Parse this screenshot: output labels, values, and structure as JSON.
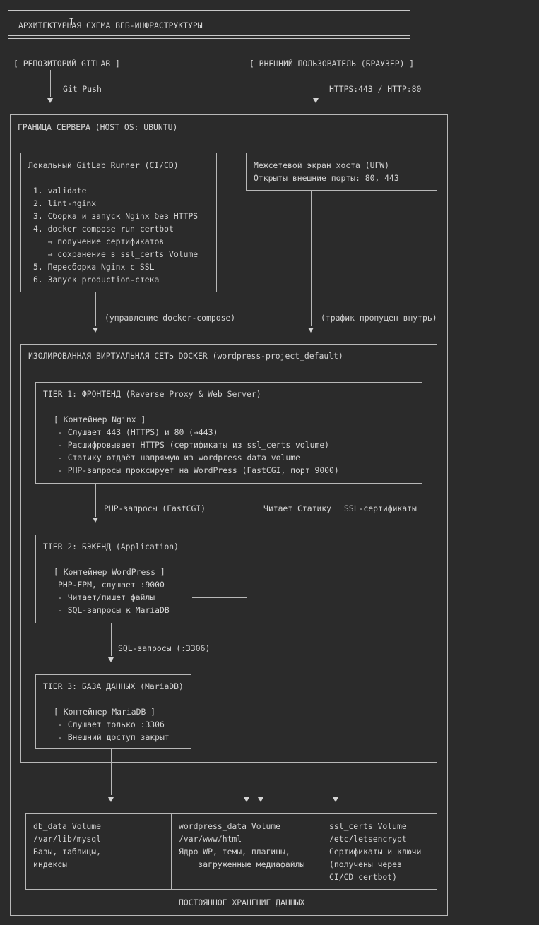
{
  "header": {
    "title": "АРХИТЕКТУРНАЯ СХЕМА ВЕБ-ИНФРАСТРУКТУРЫ"
  },
  "sources": {
    "gitlab": "[ РЕПОЗИТОРИЙ GITLAB ]",
    "browser": "[ ВНЕШНИЙ ПОЛЬЗОВАТЕЛЬ (БРАУЗЕР) ]",
    "git_push": "Git Push",
    "https": "HTTPS:443 / HTTP:80"
  },
  "server": {
    "title": "ГРАНИЦА СЕРВЕРА (HOST OS: UBUNTU)"
  },
  "runner": {
    "title": "Локальный GitLab Runner (CI/CD)",
    "lines": [
      "1. validate",
      "2. lint-nginx",
      "3. Сборка и запуск Nginx без HTTPS",
      "4. docker compose run certbot",
      "   → получение сертификатов",
      "   → сохранение в ssl_certs Volume",
      "5. Пересборка Nginx с SSL",
      "6. Запуск production-стека"
    ]
  },
  "firewall": {
    "title": "Межсетевой экран хоста (UFW)",
    "ports": "Открыты внешние порты: 80, 443"
  },
  "flows": {
    "compose": "(управление docker-compose)",
    "traffic": "(трафик пропущен внутрь)",
    "php": "PHP-запросы (FastCGI)",
    "static": "Читает Статику",
    "ssl": "SSL-сертификаты",
    "sql": "SQL-запросы (:3306)"
  },
  "network": {
    "title": "ИЗОЛИРОВАННАЯ ВИРТУАЛЬНАЯ СЕТЬ DOCKER (wordpress-project_default)"
  },
  "tier1": {
    "title": "TIER 1: ФРОНТЕНД (Reverse Proxy & Web Server)",
    "container": "[ Контейнер Nginx ]",
    "lines": [
      "- Слушает 443 (HTTPS) и 80 (→443)",
      "- Расшифровывает HTTPS (сертификаты из ssl_certs volume)",
      "- Статику отдаёт напрямую из wordpress_data volume",
      "- PHP-запросы проксирует на WordPress (FastCGI, порт 9000)"
    ]
  },
  "tier2": {
    "title": "TIER 2: БЭКЕНД (Application)",
    "container": "[ Контейнер WordPress ]",
    "lines": [
      "PHP-FPM, слушает :9000",
      "- Читает/пишет файлы",
      "- SQL-запросы к MariaDB"
    ]
  },
  "tier3": {
    "title": "TIER 3: БАЗА ДАННЫХ (MariaDB)",
    "container": "[ Контейнер MariaDB ]",
    "lines": [
      "- Слушает только :3306",
      "- Внешний доступ закрыт"
    ]
  },
  "volumes": {
    "db": [
      "db_data Volume",
      "/var/lib/mysql",
      "Базы, таблицы,",
      "индексы"
    ],
    "wp": [
      "wordpress_data Volume",
      "/var/www/html",
      "Ядро WP, темы, плагины,",
      "    загруженные медиафайлы"
    ],
    "ssl": [
      "ssl_certs Volume",
      "/etc/letsencrypt",
      "Сертификаты и ключи",
      "(получены через",
      "CI/CD certbot)"
    ],
    "footer": "ПОСТОЯННОЕ ХРАНЕНИЕ ДАННЫХ"
  }
}
